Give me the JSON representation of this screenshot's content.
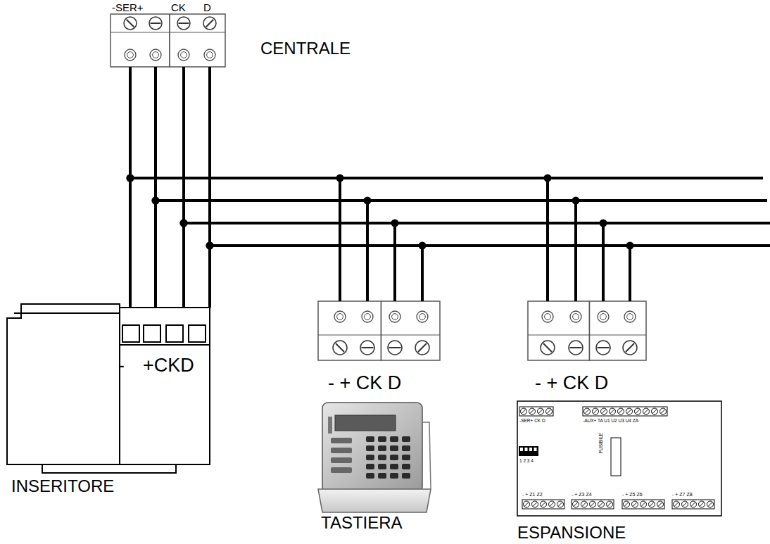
{
  "diagram": {
    "nodes": [
      {
        "text": [
          "CENTRALE"
        ]
      },
      {
        "text": [
          "INSERITORE"
        ]
      },
      {
        "text": [
          "TASTIERA"
        ]
      },
      {
        "text": [
          "ESPANSIONE"
        ]
      }
    ],
    "edges": [
      {
        "from": 0,
        "to": 1,
        "arrow": "none"
      },
      {
        "from": 0,
        "to": 2,
        "arrow": "none"
      },
      {
        "from": 0,
        "to": 3,
        "arrow": "none"
      }
    ],
    "labels": [
      "-SER+",
      "CK",
      "D",
      "-",
      "+CKD",
      "- + CK D",
      "- + CK D",
      "-SER+ CK D",
      "-AUX+ TA U1 U2 U3 U4 ZA",
      "FUSIBILE",
      "1 2 3 4",
      "- + Z1 Z2",
      "- + Z3 Z4",
      "- + Z5 Z6",
      "- + Z7 Z8"
    ]
  }
}
